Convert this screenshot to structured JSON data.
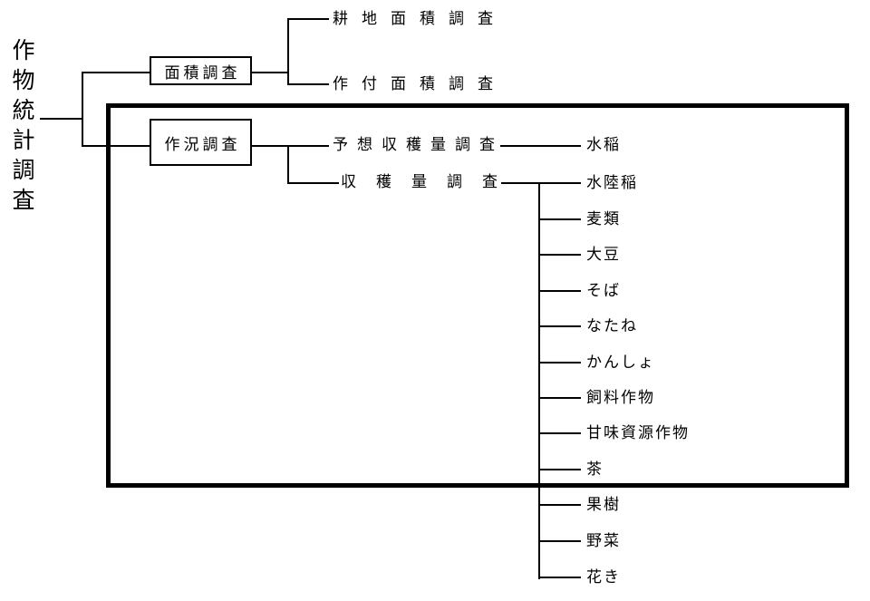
{
  "diagram": {
    "root_label": "作物統計調査",
    "area_survey": {
      "label": "面積調査",
      "children": [
        "耕地面積調査",
        "作付面積調査"
      ]
    },
    "crop_condition_survey": {
      "label": "作況調査",
      "forecast_yield_survey": {
        "label": "予想収穫量調査",
        "items": [
          "水稲"
        ]
      },
      "yield_survey": {
        "label": "収穫量調査",
        "items": [
          "水陸稲",
          "麦類",
          "大豆",
          "そば",
          "なたね",
          "かんしょ",
          "飼料作物",
          "甘味資源作物",
          "茶",
          "果樹",
          "野菜",
          "花き"
        ]
      }
    },
    "colors": {
      "line": "#000000",
      "text": "#000000",
      "background": "#ffffff"
    }
  }
}
